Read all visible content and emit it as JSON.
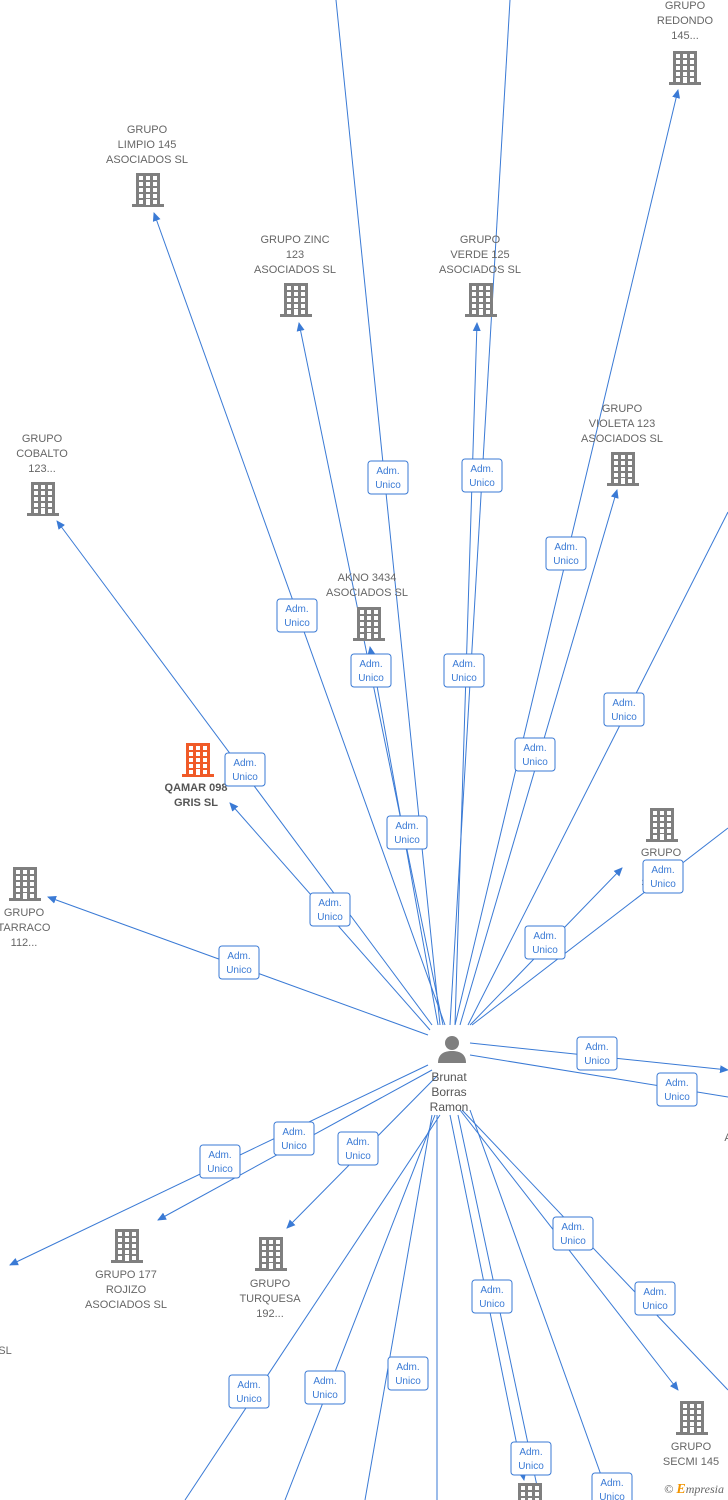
{
  "colors": {
    "edge": "#3a7ad5",
    "node": "#7f7f7f",
    "focus": "#f05a28",
    "label": "#666666"
  },
  "edge_label": [
    "Adm.",
    "Unico"
  ],
  "watermark": {
    "copyright": "©",
    "brand_initial": "E",
    "brand_rest": "mpresia"
  },
  "person": {
    "name": "person-brunat-borras-ramon",
    "lines": [
      "Brunat",
      "Borras",
      "Ramon"
    ]
  },
  "companies": [
    {
      "name": "company-grupo-redondo",
      "lines": [
        "GRUPO",
        "REDONDO",
        "145..."
      ]
    },
    {
      "name": "company-grupo-limpio",
      "lines": [
        "GRUPO",
        "LIMPIO 145",
        "ASOCIADOS  SL"
      ]
    },
    {
      "name": "company-grupo-zinc",
      "lines": [
        "GRUPO ZINC",
        "123",
        "ASOCIADOS  SL"
      ]
    },
    {
      "name": "company-grupo-verde",
      "lines": [
        "GRUPO",
        "VERDE 125",
        "ASOCIADOS  SL"
      ]
    },
    {
      "name": "company-grupo-violeta",
      "lines": [
        "GRUPO",
        "VIOLETA 123",
        "ASOCIADOS  SL"
      ]
    },
    {
      "name": "company-grupo-cobalto",
      "lines": [
        "GRUPO",
        "COBALTO",
        "123..."
      ]
    },
    {
      "name": "company-akno",
      "lines": [
        "AKNO 3434",
        "ASOCIADOS  SL"
      ]
    },
    {
      "name": "company-qamar",
      "lines": [
        "QAMAR 098",
        "GRIS  SL"
      ],
      "focus": true
    },
    {
      "name": "company-grupo-serena",
      "lines": [
        "GRUPO",
        "S",
        "SER          SL"
      ]
    },
    {
      "name": "company-grupo-tarraco",
      "lines": [
        "GRUPO",
        "TARRACO",
        "112..."
      ]
    },
    {
      "name": "company-grupo-177-rojizo",
      "lines": [
        "GRUPO 177",
        "ROJIZO",
        "ASOCIADOS  SL"
      ]
    },
    {
      "name": "company-grupo-turquesa",
      "lines": [
        "GRUPO",
        "TURQUESA",
        "192..."
      ]
    },
    {
      "name": "company-grupo-secmi",
      "lines": [
        "GRUPO",
        "SECMI 145"
      ]
    },
    {
      "name": "company-partial-right",
      "lines": [
        "A"
      ]
    },
    {
      "name": "company-partial-left",
      "lines": [
        "SL"
      ]
    },
    {
      "name": "company-partial-bottom",
      "lines": []
    }
  ]
}
